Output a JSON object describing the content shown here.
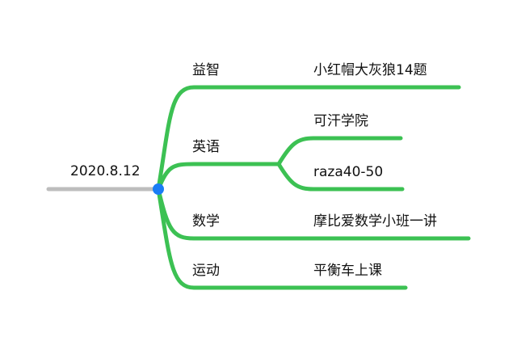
{
  "root": {
    "label": "2020.8.12",
    "line_color": "#bdbdbd",
    "node_color": "#1a7cf5"
  },
  "branch_color": "#3cc153",
  "branches": [
    {
      "label": "益智",
      "children": [
        "小红帽大灰狼14题"
      ]
    },
    {
      "label": "英语",
      "children": [
        "可汗学院",
        "raza40-50"
      ]
    },
    {
      "label": "数学",
      "children": [
        "摩比爱数学小班一讲"
      ]
    },
    {
      "label": "运动",
      "children": [
        "平衡车上课"
      ]
    }
  ]
}
